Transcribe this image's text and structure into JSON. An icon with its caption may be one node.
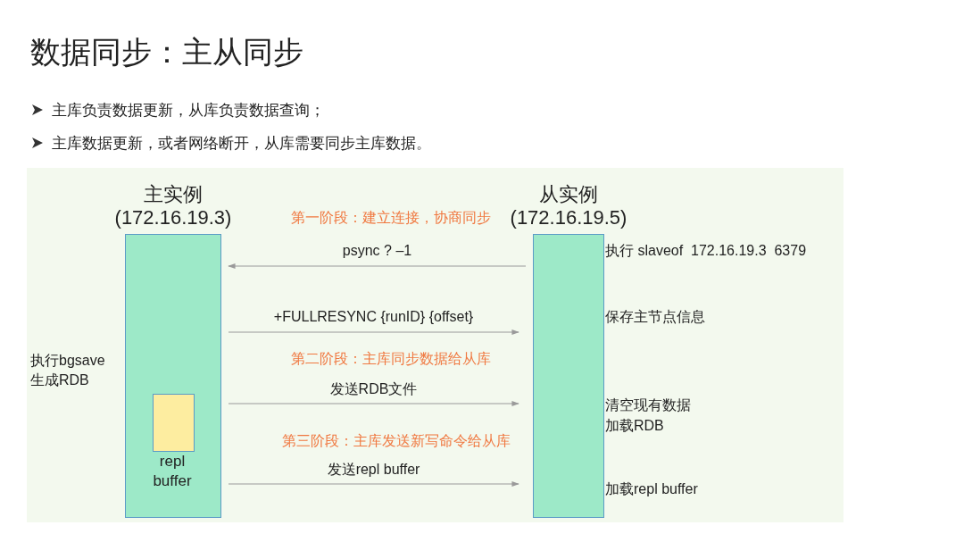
{
  "diagram": {
    "title": "数据同步：主从同步",
    "nodes": [
      {
        "text": [
          "主实例",
          "(172.16.19.3)"
        ],
        "beside": [
          "执行bgsave",
          "生成RDB"
        ]
      },
      {
        "text": [],
        "shape": "box",
        "in": 0,
        "beside": [
          "repl buffer"
        ]
      },
      {
        "text": [
          "从实例",
          "(172.16.19.5)"
        ],
        "beside": [
          "执行 slaveof  172.16.19.3  6379",
          "保存主节点信息",
          "清空现有数据",
          "加载RDB",
          "加载repl buffer"
        ]
      }
    ],
    "edges": [
      {
        "from": 2,
        "to": 0,
        "arrow": "to",
        "label": "psync ? –1",
        "color": "#9a9a9a"
      },
      {
        "from": 0,
        "to": 2,
        "arrow": "to",
        "label": "+FULLRESYNC {runID} {offset}",
        "color": "#9a9a9a"
      },
      {
        "from": 0,
        "to": 2,
        "arrow": "to",
        "label": "发送RDB文件",
        "color": "#9a9a9a"
      },
      {
        "from": 0,
        "to": 2,
        "arrow": "to",
        "label": "发送repl buffer",
        "color": "#9a9a9a"
      }
    ],
    "labels": [
      "主库负责数据更新，从库负责数据查询；",
      "主库数据更新，或者网络断开，从库需要同步主库数据。",
      "第一阶段：建立连接，协商同步",
      "第二阶段：主库同步数据给从库",
      "第三阶段：主库发送新写命令给从库"
    ]
  }
}
